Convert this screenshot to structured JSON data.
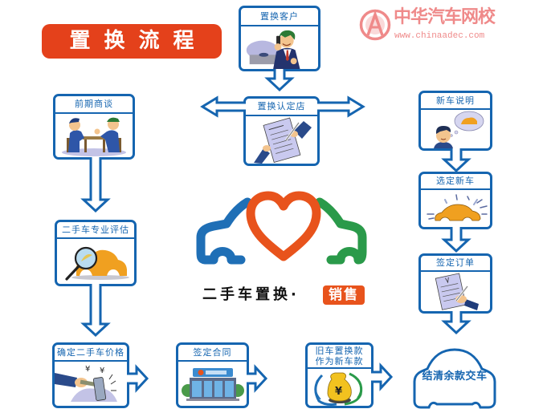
{
  "title": "置换流程",
  "watermark": {
    "brand": "中华汽车网校",
    "url": "www.chinaadec.com"
  },
  "center_logo": {
    "text": "二手车置换·",
    "badge": "销售"
  },
  "currency_symbol": "¥",
  "steps": {
    "customer": {
      "label": "置换客户",
      "icon": "businessman-phone-illustration"
    },
    "dealer": {
      "label": "置换认定店",
      "icon": "document-signing-illustration"
    },
    "negotiation": {
      "label": "前期商谈",
      "icon": "two-people-talking-illustration"
    },
    "appraisal": {
      "label": "二手车专业评估",
      "icon": "car-magnifier-illustration"
    },
    "pricing": {
      "label": "确定二手车价格",
      "icon": "gavel-illustration"
    },
    "contract": {
      "label": "签定合同",
      "icon": "storefront-illustration"
    },
    "tradein_credit": {
      "label_line1": "旧车置换款",
      "label_line2": "作为新车款",
      "icon": "money-bag-illustration"
    },
    "new_car_intro": {
      "label": "新车说明",
      "icon": "thinking-man-illustration"
    },
    "choose_new_car": {
      "label": "选定新车",
      "icon": "shiny-car-illustration"
    },
    "sign_order": {
      "label": "签定订单",
      "icon": "order-signing-illustration"
    },
    "delivery": {
      "label": "结清余款交车",
      "icon": "car-outline-icon"
    }
  },
  "colors": {
    "flow_blue": "#1565b0",
    "title_orange": "#e4411b",
    "logo_blue": "#1f6fb6",
    "logo_green": "#2a9a4a",
    "logo_orange": "#e8531c",
    "watermark_pink": "#ef8a8a"
  }
}
